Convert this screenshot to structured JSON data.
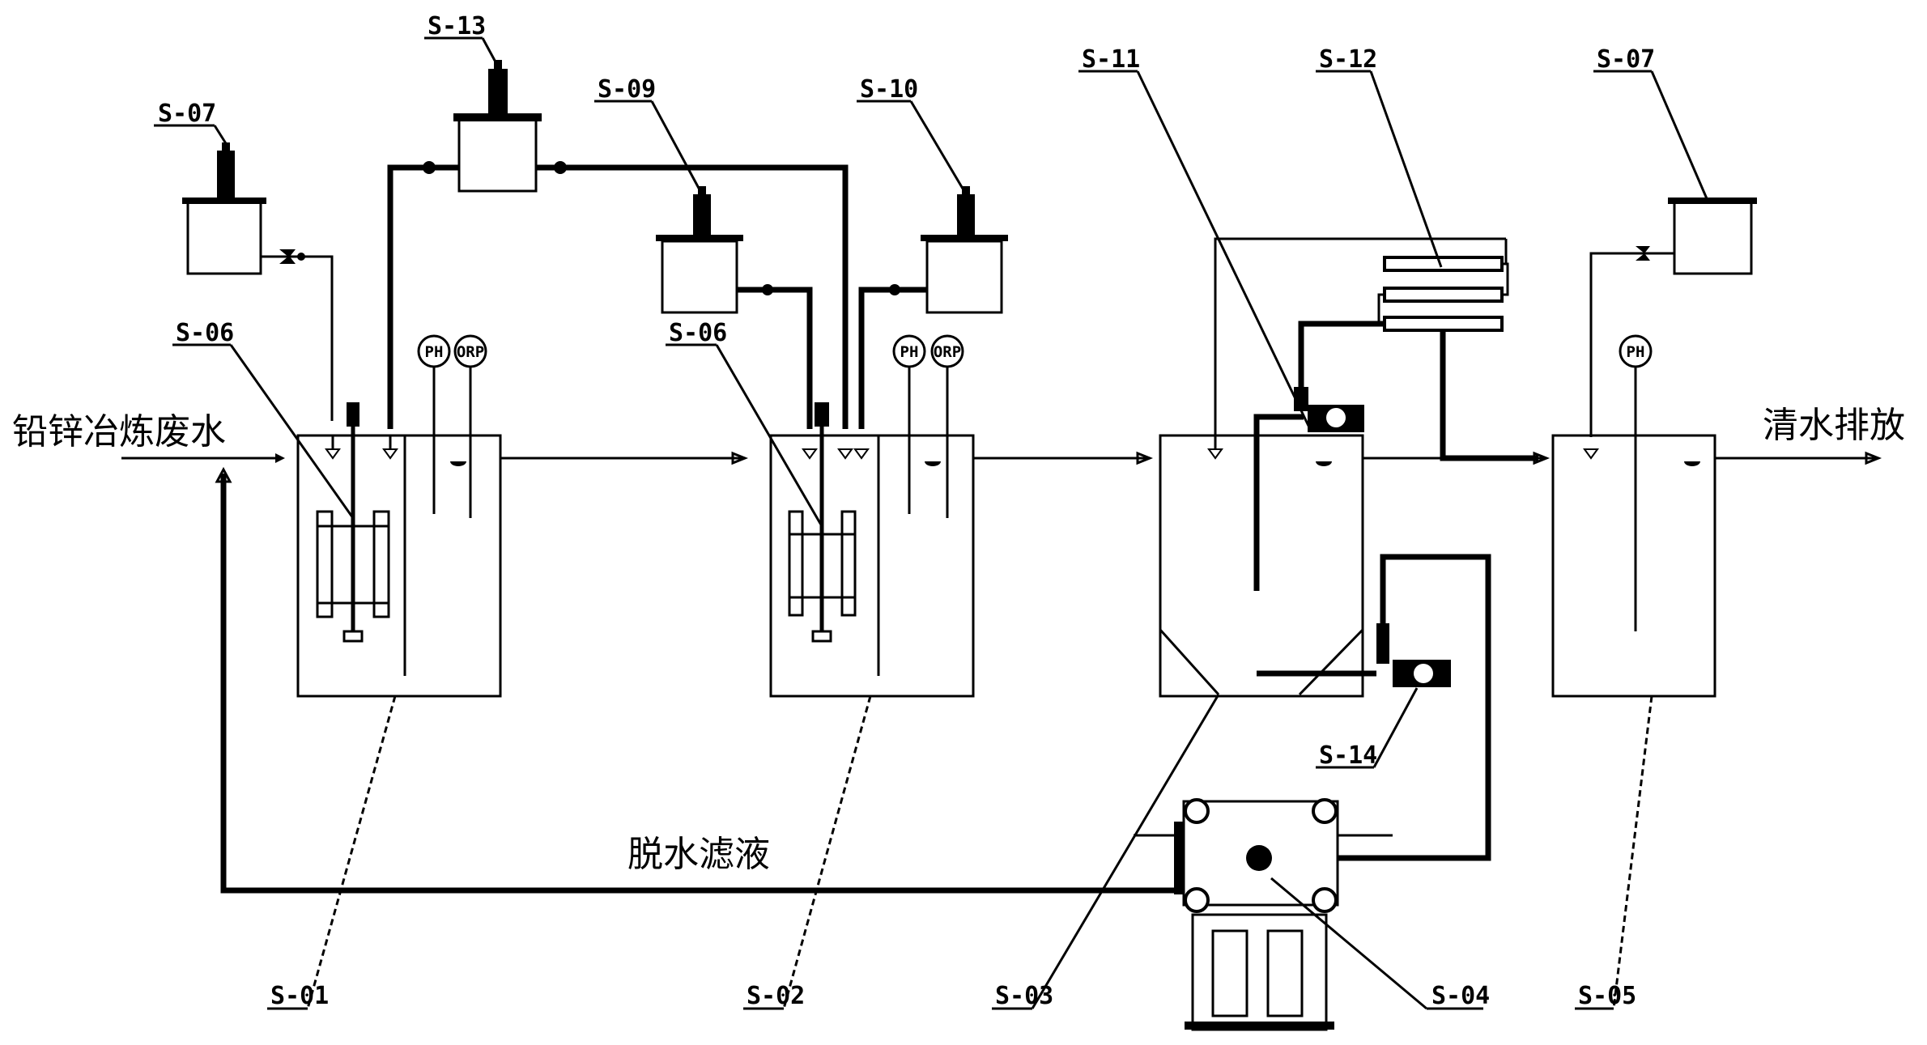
{
  "diagram": {
    "input_label": "铅锌冶炼废水",
    "output_label": "清水排放",
    "filtrate_label": "脱水滤液",
    "tanks": [
      {
        "id": "S-01",
        "instruments": [
          "PH",
          "ORP"
        ]
      },
      {
        "id": "S-02",
        "instruments": [
          "PH",
          "ORP"
        ]
      },
      {
        "id": "S-03",
        "instruments": []
      },
      {
        "id": "S-05",
        "instruments": [
          "PH"
        ]
      }
    ],
    "filter_press": "S-04",
    "dosing_units": [
      "S-07",
      "S-13",
      "S-09",
      "S-10",
      "S-07"
    ],
    "mixers": [
      "S-06",
      "S-06"
    ],
    "pumps": [
      "S-11",
      "S-14"
    ],
    "heat_exchanger": "S-12"
  }
}
